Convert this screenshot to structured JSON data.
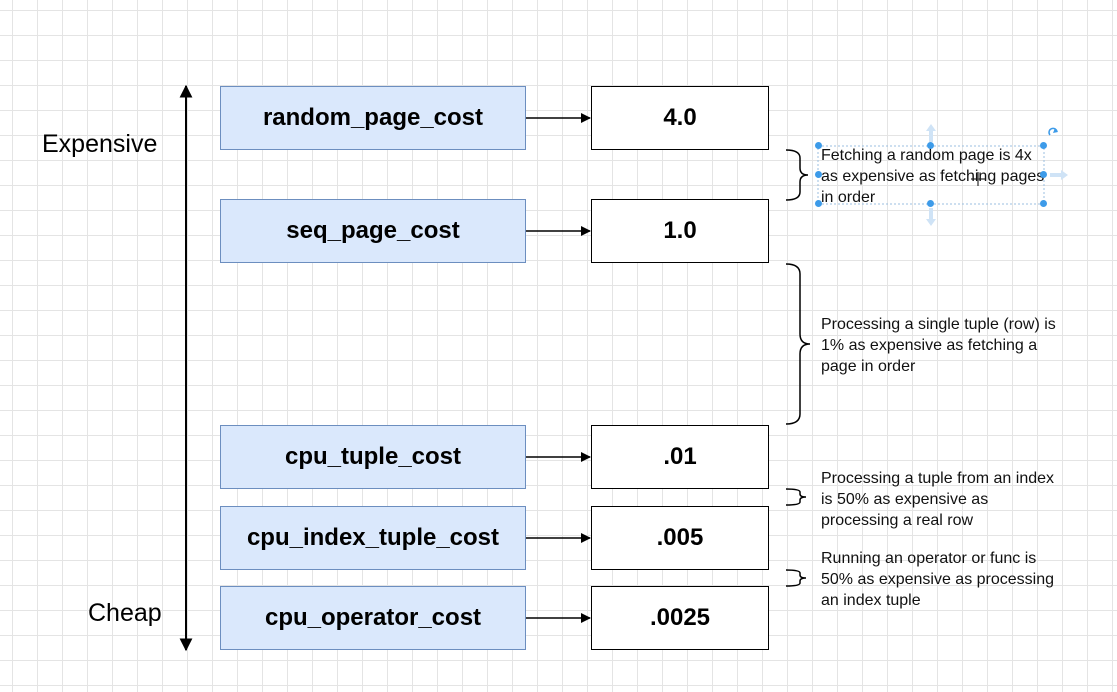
{
  "axis": {
    "top_label": "Expensive",
    "bottom_label": "Cheap"
  },
  "rows": [
    {
      "name": "random_page_cost",
      "value": "4.0"
    },
    {
      "name": "seq_page_cost",
      "value": "1.0"
    },
    {
      "name": "cpu_tuple_cost",
      "value": ".01"
    },
    {
      "name": "cpu_index_tuple_cost",
      "value": ".005"
    },
    {
      "name": "cpu_operator_cost",
      "value": ".0025"
    }
  ],
  "notes": [
    {
      "text": "Fetching a random page is 4x as expensive as fetching pages in order"
    },
    {
      "text": "Processing a single tuple (row) is 1% as expensive as fetching a page in order"
    },
    {
      "text": "Processing a tuple from an index is 50% as expensive as processing a real row"
    },
    {
      "text": "Running an operator or func is 50% as expensive as processing an index tuple"
    }
  ],
  "colors": {
    "name_fill": "#dae8fc",
    "name_stroke": "#6c8ebf",
    "selection_handle": "#3d9be9"
  }
}
